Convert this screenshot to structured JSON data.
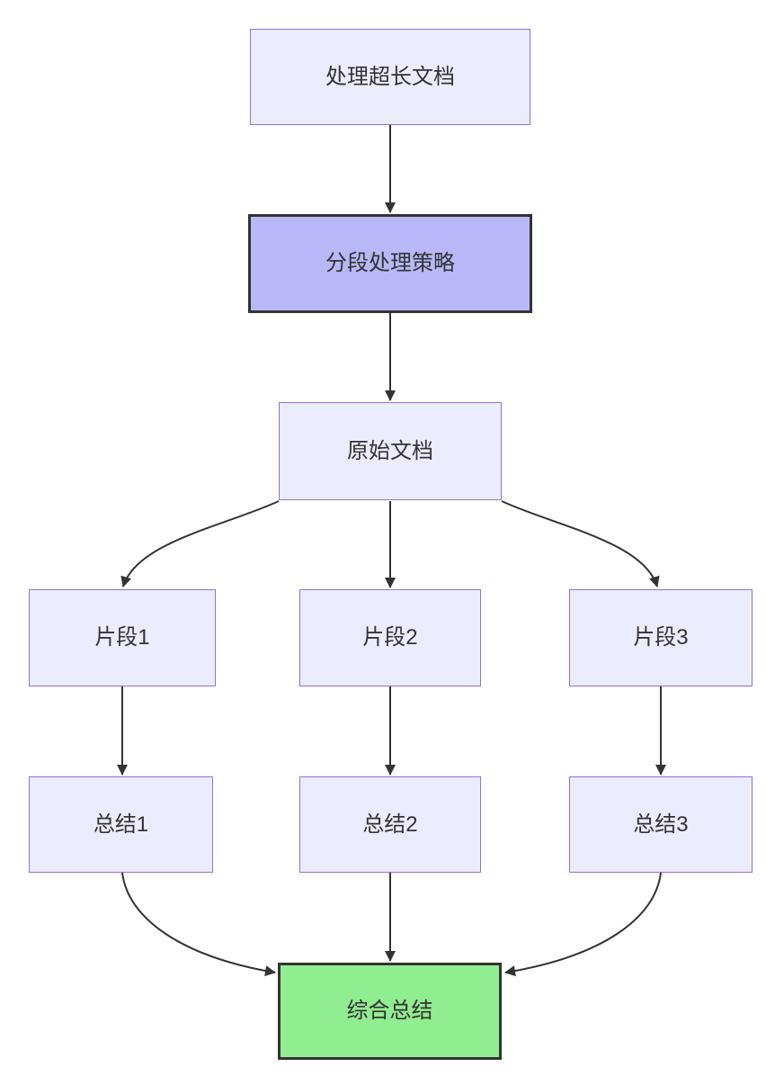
{
  "diagram": {
    "type": "flowchart",
    "direction": "top-down",
    "nodes": {
      "root": {
        "label": "处理超长文档",
        "style": "default"
      },
      "strategy": {
        "label": "分段处理策略",
        "style": "highlight-purple"
      },
      "doc": {
        "label": "原始文档",
        "style": "default"
      },
      "seg1": {
        "label": "片段1",
        "style": "default"
      },
      "seg2": {
        "label": "片段2",
        "style": "default"
      },
      "seg3": {
        "label": "片段3",
        "style": "default"
      },
      "sum1": {
        "label": "总结1",
        "style": "default"
      },
      "sum2": {
        "label": "总结2",
        "style": "default"
      },
      "sum3": {
        "label": "总结3",
        "style": "default"
      },
      "final": {
        "label": "综合总结",
        "style": "highlight-green"
      }
    },
    "edges": [
      {
        "from": "root",
        "to": "strategy"
      },
      {
        "from": "strategy",
        "to": "doc"
      },
      {
        "from": "doc",
        "to": "seg1"
      },
      {
        "from": "doc",
        "to": "seg2"
      },
      {
        "from": "doc",
        "to": "seg3"
      },
      {
        "from": "seg1",
        "to": "sum1"
      },
      {
        "from": "seg2",
        "to": "sum2"
      },
      {
        "from": "seg3",
        "to": "sum3"
      },
      {
        "from": "sum1",
        "to": "final"
      },
      {
        "from": "sum2",
        "to": "final"
      },
      {
        "from": "sum3",
        "to": "final"
      }
    ],
    "colors": {
      "node_fill": "#ECECFF",
      "node_border": "#9370DB",
      "highlight_fill": "#b8b8f8",
      "highlight_border": "#333333",
      "final_fill": "#90EE90",
      "final_border": "#333333",
      "edge_color": "#333333",
      "text_color": "#333333",
      "canvas_bg": "#ffffff"
    }
  }
}
